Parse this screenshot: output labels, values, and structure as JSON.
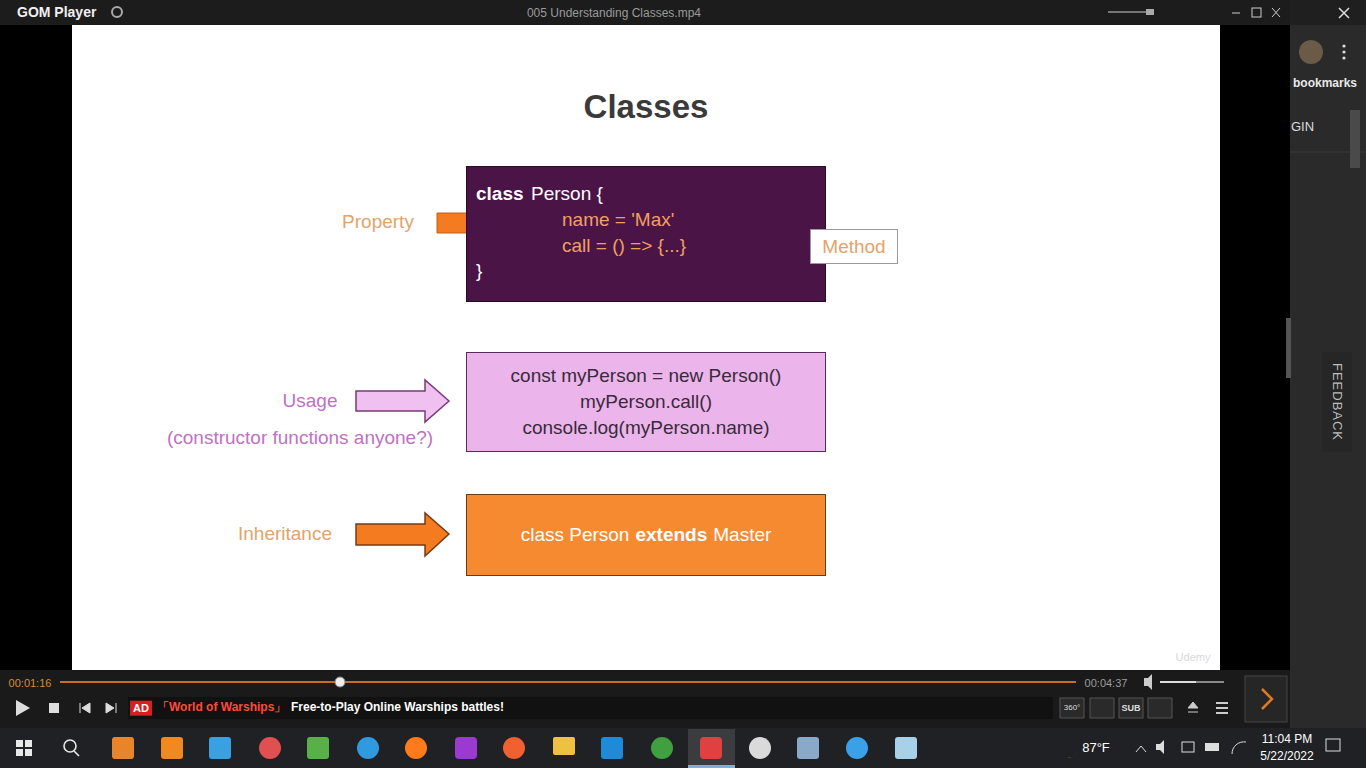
{
  "diagram": {
    "title": "Classes",
    "nodes": [
      {
        "text": [
          "class",
          "Person {",
          "name = 'Max'",
          "call = () => {...}",
          "}"
        ]
      },
      {
        "text": [
          "Method"
        ]
      },
      {
        "text": [
          "const myPerson = new Person()",
          "myPerson.call()",
          "console.log(myPerson.name)"
        ]
      },
      {
        "text": [
          "class Person",
          "extends",
          "Master"
        ]
      }
    ],
    "labels": [
      "GOM Player",
      "005 Understanding Classes.mp4",
      "bookmarks",
      "GIN",
      "FEEDBACK",
      "Property",
      "Usage",
      "(constructor functions anyone?)",
      "Inheritance",
      "Udemy",
      "00:01:16",
      "00:04:37",
      "AD",
      "「World of Warships」",
      "Free-to-Play Online Warships battles!",
      "360°",
      "SUB",
      "87°F",
      "11:04 PM",
      "5/22/2022"
    ]
  }
}
